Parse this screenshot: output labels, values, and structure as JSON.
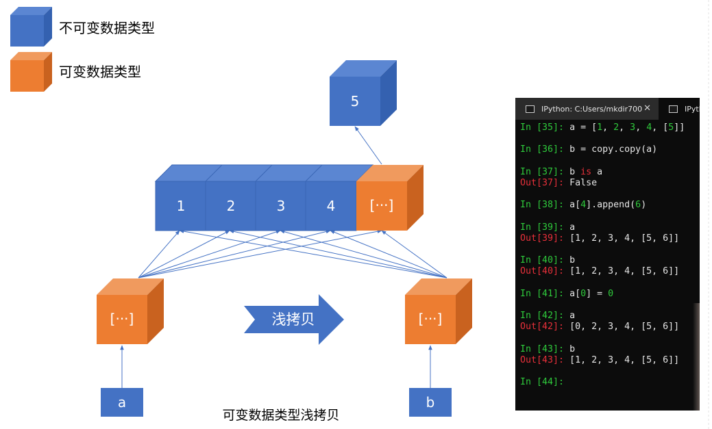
{
  "legend": [
    {
      "label": "不可变数据类型",
      "color": "#4472c4"
    },
    {
      "label": "可变数据类型",
      "color": "#ed7d31"
    }
  ],
  "top_cube": {
    "label": "5"
  },
  "list_cubes": [
    {
      "label": "1",
      "kind": "immutable"
    },
    {
      "label": "2",
      "kind": "immutable"
    },
    {
      "label": "3",
      "kind": "immutable"
    },
    {
      "label": "4",
      "kind": "immutable"
    },
    {
      "label": "[···]",
      "kind": "mutable"
    }
  ],
  "outer_cubes": [
    {
      "label": "[···]",
      "kind": "mutable"
    },
    {
      "label": "[···]",
      "kind": "mutable"
    }
  ],
  "variables": [
    {
      "label": "a"
    },
    {
      "label": "b"
    }
  ],
  "copy_arrow": {
    "label": "浅拷贝"
  },
  "caption": "可变数据类型浅拷贝",
  "colors": {
    "immutable_front": "#4472c4",
    "immutable_top": "#5b86d2",
    "immutable_side": "#3461b0",
    "mutable_front": "#ed7d31",
    "mutable_top": "#f09a5e",
    "mutable_side": "#c9621f",
    "edge": "#4472c4"
  },
  "terminal": {
    "tabs": [
      {
        "title": "IPython: C:Users/mkdir700",
        "close": "✕"
      },
      {
        "title": "IPython"
      }
    ],
    "lines": [
      [
        {
          "t": "In [",
          "c": "gr"
        },
        {
          "t": "35",
          "c": "gr"
        },
        {
          "t": "]: ",
          "c": "gr"
        },
        {
          "t": "a = ["
        },
        {
          "t": "1",
          "c": "gr"
        },
        {
          "t": ", "
        },
        {
          "t": "2",
          "c": "gr"
        },
        {
          "t": ", "
        },
        {
          "t": "3",
          "c": "gr"
        },
        {
          "t": ", "
        },
        {
          "t": "4",
          "c": "gr"
        },
        {
          "t": ", ["
        },
        {
          "t": "5",
          "c": "gr"
        },
        {
          "t": "]]"
        }
      ],
      [],
      [
        {
          "t": "In [",
          "c": "gr"
        },
        {
          "t": "36",
          "c": "gr"
        },
        {
          "t": "]: ",
          "c": "gr"
        },
        {
          "t": "b = copy.copy(a)"
        }
      ],
      [],
      [
        {
          "t": "In [",
          "c": "gr"
        },
        {
          "t": "37",
          "c": "gr"
        },
        {
          "t": "]: ",
          "c": "gr"
        },
        {
          "t": "b "
        },
        {
          "t": "is",
          "c": "rd"
        },
        {
          "t": " a"
        }
      ],
      [
        {
          "t": "Out[",
          "c": "rd"
        },
        {
          "t": "37",
          "c": "rd"
        },
        {
          "t": "]: ",
          "c": "rd"
        },
        {
          "t": "False"
        }
      ],
      [],
      [
        {
          "t": "In [",
          "c": "gr"
        },
        {
          "t": "38",
          "c": "gr"
        },
        {
          "t": "]: ",
          "c": "gr"
        },
        {
          "t": "a["
        },
        {
          "t": "4",
          "c": "gr"
        },
        {
          "t": "].append("
        },
        {
          "t": "6",
          "c": "gr"
        },
        {
          "t": ")"
        }
      ],
      [],
      [
        {
          "t": "In [",
          "c": "gr"
        },
        {
          "t": "39",
          "c": "gr"
        },
        {
          "t": "]: ",
          "c": "gr"
        },
        {
          "t": "a"
        }
      ],
      [
        {
          "t": "Out[",
          "c": "rd"
        },
        {
          "t": "39",
          "c": "rd"
        },
        {
          "t": "]: ",
          "c": "rd"
        },
        {
          "t": "[1, 2, 3, 4, [5, 6]]"
        }
      ],
      [],
      [
        {
          "t": "In [",
          "c": "gr"
        },
        {
          "t": "40",
          "c": "gr"
        },
        {
          "t": "]: ",
          "c": "gr"
        },
        {
          "t": "b"
        }
      ],
      [
        {
          "t": "Out[",
          "c": "rd"
        },
        {
          "t": "40",
          "c": "rd"
        },
        {
          "t": "]: ",
          "c": "rd"
        },
        {
          "t": "[1, 2, 3, 4, [5, 6]]"
        }
      ],
      [],
      [
        {
          "t": "In [",
          "c": "gr"
        },
        {
          "t": "41",
          "c": "gr"
        },
        {
          "t": "]: ",
          "c": "gr"
        },
        {
          "t": "a["
        },
        {
          "t": "0",
          "c": "gr"
        },
        {
          "t": "] = "
        },
        {
          "t": "0",
          "c": "gr"
        }
      ],
      [],
      [
        {
          "t": "In [",
          "c": "gr"
        },
        {
          "t": "42",
          "c": "gr"
        },
        {
          "t": "]: ",
          "c": "gr"
        },
        {
          "t": "a"
        }
      ],
      [
        {
          "t": "Out[",
          "c": "rd"
        },
        {
          "t": "42",
          "c": "rd"
        },
        {
          "t": "]: ",
          "c": "rd"
        },
        {
          "t": "[0, 2, 3, 4, [5, 6]]"
        }
      ],
      [],
      [
        {
          "t": "In [",
          "c": "gr"
        },
        {
          "t": "43",
          "c": "gr"
        },
        {
          "t": "]: ",
          "c": "gr"
        },
        {
          "t": "b"
        }
      ],
      [
        {
          "t": "Out[",
          "c": "rd"
        },
        {
          "t": "43",
          "c": "rd"
        },
        {
          "t": "]: ",
          "c": "rd"
        },
        {
          "t": "[1, 2, 3, 4, [5, 6]]"
        }
      ],
      [],
      [
        {
          "t": "In [",
          "c": "gr"
        },
        {
          "t": "44",
          "c": "gr"
        },
        {
          "t": "]:",
          "c": "gr"
        }
      ]
    ]
  }
}
